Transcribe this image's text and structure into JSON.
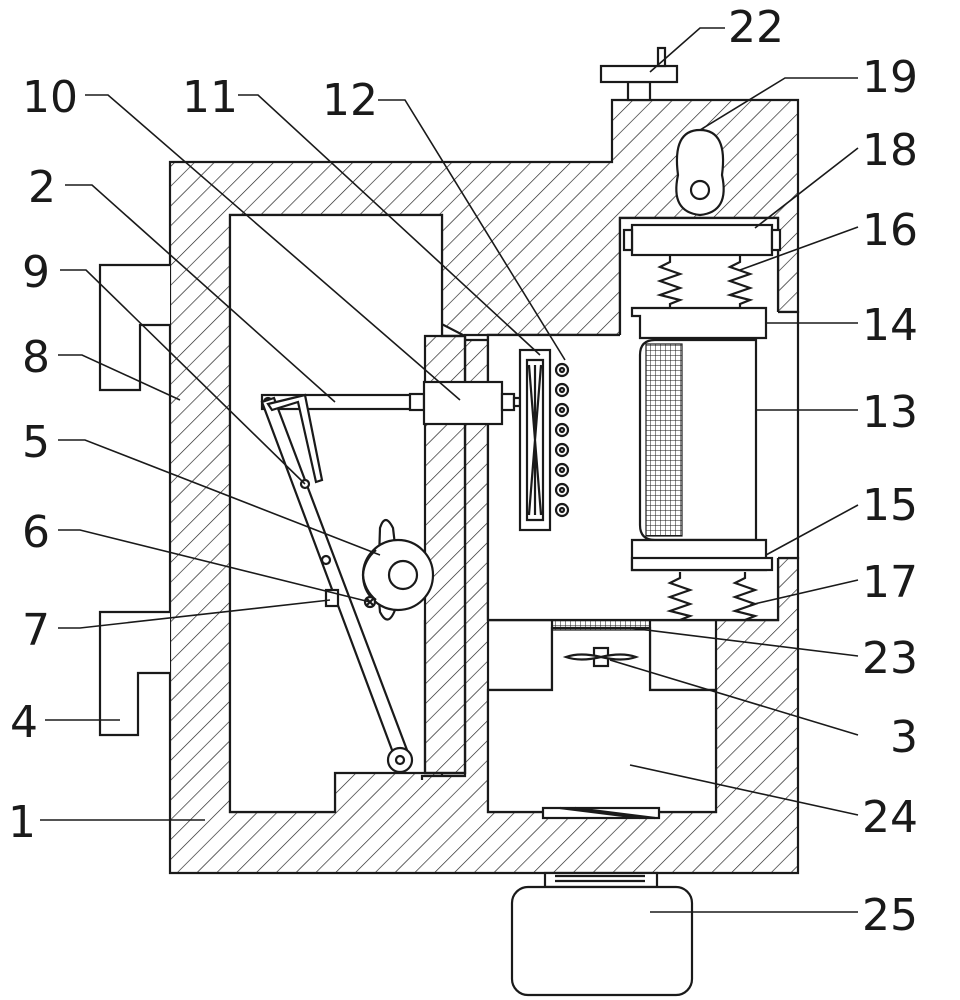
{
  "labels": {
    "l1": "1",
    "l2": "2",
    "l3": "3",
    "l4": "4",
    "l5": "5",
    "l6": "6",
    "l7": "7",
    "l8": "8",
    "l9": "9",
    "l10": "10",
    "l11": "11",
    "l12": "12",
    "l13": "13",
    "l14": "14",
    "l15": "15",
    "l16": "16",
    "l17": "17",
    "l18": "18",
    "l19": "19",
    "l22": "22",
    "l23": "23",
    "l24": "24",
    "l25": "25"
  }
}
